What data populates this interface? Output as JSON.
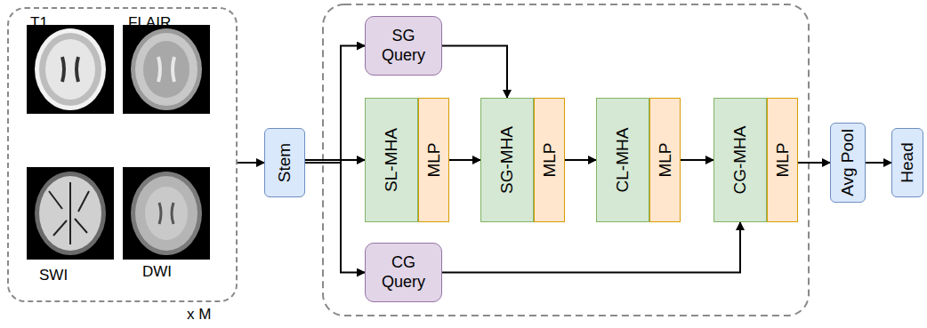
{
  "diagram": {
    "nodes": [
      {
        "text": [
          "T1",
          "FLAIR",
          "SWI",
          "DWI"
        ]
      },
      {
        "text": [
          "Stem"
        ]
      },
      {
        "text": [
          "SG Query"
        ]
      },
      {
        "text": [
          "SL-MHA"
        ]
      },
      {
        "text": [
          "MLP"
        ]
      },
      {
        "text": [
          "SG-MHA"
        ]
      },
      {
        "text": [
          "MLP"
        ]
      },
      {
        "text": [
          "CL-MHA"
        ]
      },
      {
        "text": [
          "MLP"
        ]
      },
      {
        "text": [
          "CG-MHA"
        ]
      },
      {
        "text": [
          "MLP"
        ]
      },
      {
        "text": [
          "CG Query"
        ]
      },
      {
        "text": [
          "Avg Pool"
        ]
      },
      {
        "text": [
          "Head"
        ]
      }
    ],
    "edges": [
      {
        "from": 0,
        "to": 1,
        "arrow": "to"
      },
      {
        "from": 1,
        "to": 2,
        "arrow": "to"
      },
      {
        "from": 1,
        "to": 3,
        "arrow": "to"
      },
      {
        "from": 1,
        "to": 11,
        "arrow": "to"
      },
      {
        "from": 4,
        "to": 5,
        "arrow": "to"
      },
      {
        "from": 2,
        "to": 5,
        "arrow": "to"
      },
      {
        "from": 6,
        "to": 7,
        "arrow": "to"
      },
      {
        "from": 8,
        "to": 9,
        "arrow": "to"
      },
      {
        "from": 11,
        "to": 9,
        "arrow": "to"
      },
      {
        "from": 10,
        "to": 12,
        "arrow": "to"
      },
      {
        "from": 12,
        "to": 13,
        "arrow": "to"
      }
    ],
    "labels": [
      "x M"
    ]
  }
}
